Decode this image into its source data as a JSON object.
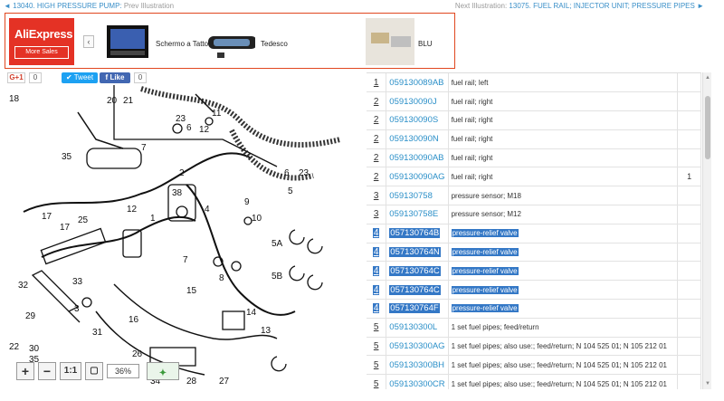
{
  "nav": {
    "prev_arrow": "◄",
    "prev_code": "13040",
    "prev_title": "HIGH PRESSURE PUMP",
    "prev_label": "Prev Illustration",
    "next_label": "Next Illustration:",
    "next_code": "13075",
    "next_title": "FUEL RAIL; INJECTOR UNIT; PRESSURE PIPES",
    "next_arrow": "►"
  },
  "ad": {
    "brand": "AliExpress",
    "cta": "More Sales",
    "left_arrow": "‹",
    "right_arrow": "›",
    "items": [
      {
        "caption": "Schermo a Tatto"
      },
      {
        "caption": "Tedesco"
      },
      {
        "caption": "BLU"
      }
    ]
  },
  "social": {
    "gplus_label": "G+1",
    "gplus_count": "0",
    "tweet_label": "Tweet",
    "like_label": "Like",
    "like_count": "0"
  },
  "zoom": {
    "plus": "+",
    "minus": "−",
    "one_to_one": "1:1",
    "level": "36%"
  },
  "diagram_labels": [
    "18",
    "20",
    "21",
    "23",
    "6",
    "11",
    "12",
    "2",
    "35",
    "7",
    "6",
    "23",
    "5",
    "38",
    "4",
    "9",
    "10",
    "17",
    "17",
    "25",
    "12",
    "1",
    "3",
    "5A",
    "5B",
    "7",
    "8",
    "32",
    "33",
    "29",
    "15",
    "16",
    "14",
    "13",
    "22",
    "30",
    "31",
    "34",
    "28",
    "27",
    "35",
    "26"
  ],
  "parts": [
    {
      "num": "1",
      "part": "059130089AB",
      "desc": "fuel rail; left",
      "qty": "",
      "selected": false
    },
    {
      "num": "2",
      "part": "059130090J",
      "desc": "fuel rail; right",
      "qty": "",
      "selected": false
    },
    {
      "num": "2",
      "part": "059130090S",
      "desc": "fuel rail; right",
      "qty": "",
      "selected": false
    },
    {
      "num": "2",
      "part": "059130090N",
      "desc": "fuel rail; right",
      "qty": "",
      "selected": false
    },
    {
      "num": "2",
      "part": "059130090AB",
      "desc": "fuel rail; right",
      "qty": "",
      "selected": false
    },
    {
      "num": "2",
      "part": "059130090AG",
      "desc": "fuel rail; right",
      "qty": "1",
      "selected": false
    },
    {
      "num": "3",
      "part": "059130758",
      "desc": "pressure sensor; M18",
      "qty": "",
      "selected": false
    },
    {
      "num": "3",
      "part": "059130758E",
      "desc": "pressure sensor; M12",
      "qty": "",
      "selected": false
    },
    {
      "num": "4",
      "part": "057130764B",
      "desc": "pressure-relief valve",
      "qty": "",
      "selected": true
    },
    {
      "num": "4",
      "part": "057130764N",
      "desc": "pressure-relief valve",
      "qty": "",
      "selected": true
    },
    {
      "num": "4",
      "part": "057130764C",
      "desc": "pressure-relief valve",
      "qty": "",
      "selected": true
    },
    {
      "num": "4",
      "part": "057130764C",
      "desc": "pressure-relief valve",
      "qty": "",
      "selected": true
    },
    {
      "num": "4",
      "part": "057130764F",
      "desc": "pressure-relief valve",
      "qty": "",
      "selected": true
    },
    {
      "num": "5",
      "part": "059130300L",
      "desc": "1 set fuel pipes; feed/return",
      "qty": "",
      "selected": false
    },
    {
      "num": "5",
      "part": "059130300AG",
      "desc": "1 set fuel pipes; also use:; feed/return; N 104 525 01; N 105 212 01",
      "qty": "",
      "selected": false
    },
    {
      "num": "5",
      "part": "059130300BH",
      "desc": "1 set fuel pipes; also use:; feed/return; N 104 525 01; N 105 212 01",
      "qty": "",
      "selected": false
    },
    {
      "num": "5",
      "part": "059130300CR",
      "desc": "1 set fuel pipes; also use:; feed/return; N 104 525 01; N 105 212 01",
      "qty": "",
      "selected": false
    }
  ],
  "colors": {
    "link": "#2a8fc8",
    "highlight": "#3478c6",
    "ad_border": "#e0471f",
    "ad_brand": "#e43225"
  }
}
